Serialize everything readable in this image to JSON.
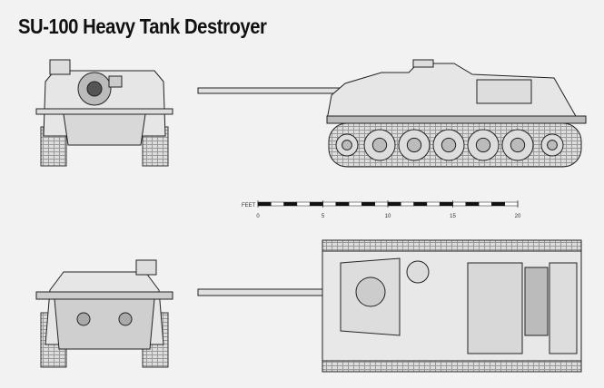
{
  "title": "SU-100 Heavy Tank Destroyer",
  "scale": {
    "unit_label": "FEET",
    "ticks": [
      "0",
      "5",
      "10",
      "15",
      "20"
    ],
    "max": 20
  },
  "views": [
    "front",
    "side",
    "rear",
    "top"
  ]
}
